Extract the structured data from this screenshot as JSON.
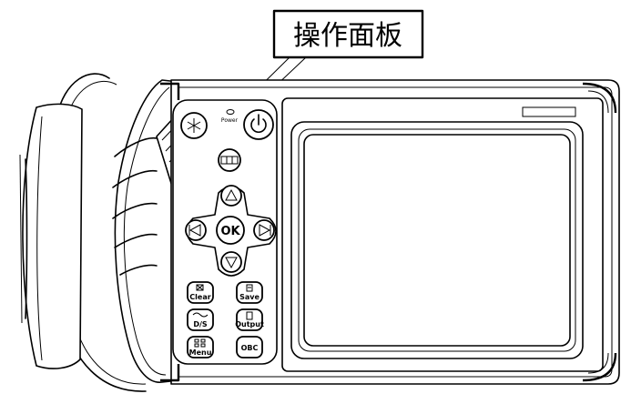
{
  "callout": {
    "label": "操作面板"
  },
  "panel": {
    "power_indicator_label": "Power",
    "ok_label": "OK",
    "buttons": {
      "clear": "Clear",
      "save": "Save",
      "dis": "D/S",
      "output": "Output",
      "menu": "Menu",
      "obc": "OBC"
    }
  }
}
